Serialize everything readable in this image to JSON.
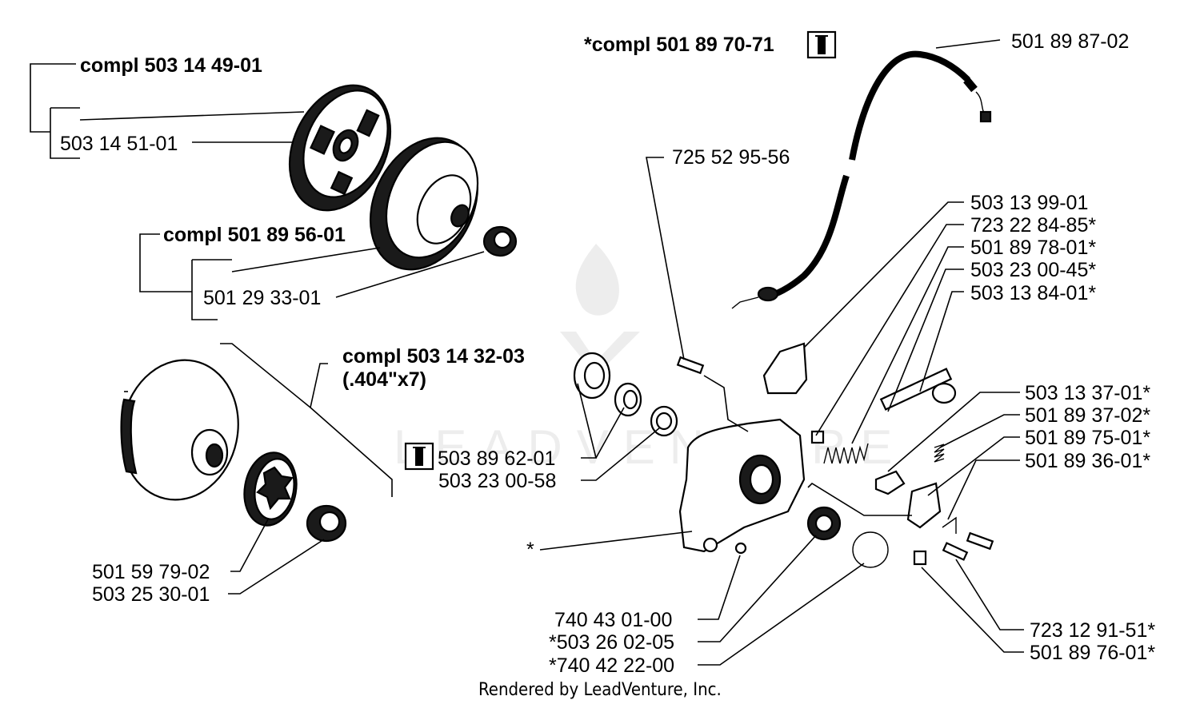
{
  "watermark": "LEADVENTURE",
  "footer": "Rendered by LeadVenture, Inc.",
  "labels": {
    "compl_clutch": "compl 503 14 49-01",
    "clutch_shoe": "503 14 51-01",
    "compl_drum": "compl 501 89 56-01",
    "drum_bearing": "501 29 33-01",
    "compl_rim": "compl 503 14 32-03",
    "rim_spec": "(.404\"x7)",
    "tool_ref": "503 89 62-01",
    "washer_ref": "503 23 00-58",
    "rim_sprocket": "501 59 79-02",
    "needle_bearing": "503 25 30-01",
    "compl_oil_pump": "*compl 501 89 70-71",
    "oil_hose": "501 89 87-02",
    "screw_top": "725 52 95-56",
    "p_503_13_99_01": "503 13 99-01",
    "p_723_22_84_85": "723 22 84-85*",
    "p_501_89_78_01": "501 89 78-01*",
    "p_503_23_00_45": "503 23 00-45*",
    "p_503_13_84_01": "503 13 84-01*",
    "p_503_13_37_01": "503 13 37-01*",
    "p_501_89_37_02": "501 89 37-02*",
    "p_501_89_75_01": "501 89 75-01*",
    "p_501_89_36_01": "501 89 36-01*",
    "asterisk": "*",
    "p_740_43_01_00": "740 43 01-00",
    "p_503_26_02_05": "*503 26 02-05",
    "p_740_42_22_00": "*740 42 22-00",
    "p_723_12_91_51": "723 12 91-51*",
    "p_501_89_76_01": "501 89 76-01*"
  },
  "icons": [
    "tool-icon-oil-pump",
    "tool-icon-rim"
  ]
}
